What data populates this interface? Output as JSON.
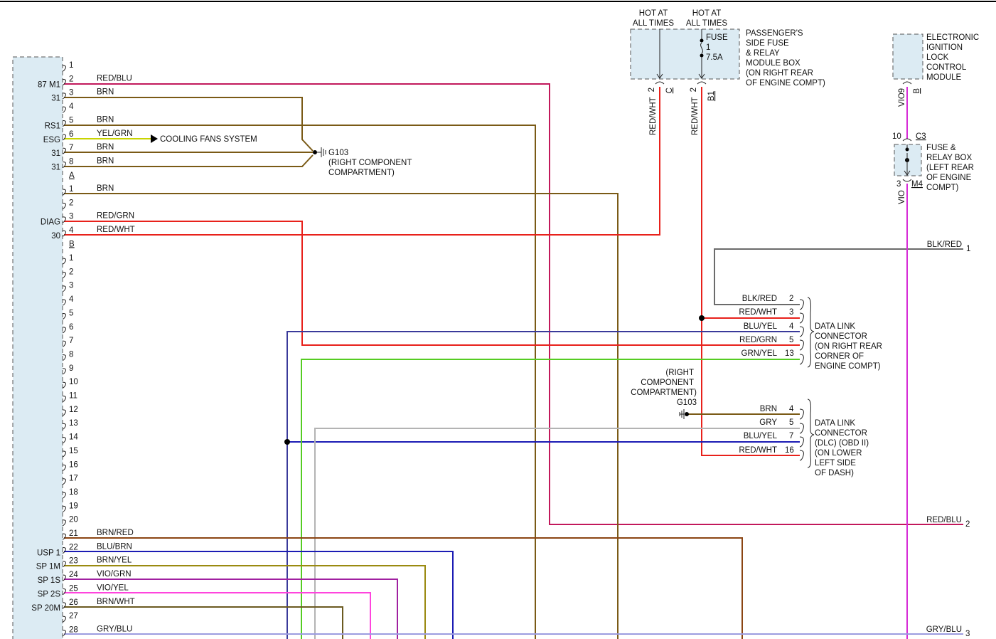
{
  "ecm": {
    "connector_a": {
      "pin_numbers": [
        "1",
        "2",
        "3",
        "4",
        "5",
        "6",
        "7",
        "8"
      ],
      "pin_letter": "A",
      "terminal_names": [
        "87 M1",
        "31",
        "RS1",
        "ESG",
        "31",
        "31"
      ],
      "wire_colors": [
        "RED/BLU",
        "BRN",
        "BRN",
        "YEL/GRN",
        "BRN",
        "BRN"
      ]
    },
    "connector_b": {
      "pin_numbers": [
        "1",
        "2",
        "3",
        "4"
      ],
      "pin_letter": "B",
      "terminal_names": [
        "DIAG",
        "30"
      ],
      "wire_colors": [
        "BRN",
        "RED/GRN",
        "RED/WHT"
      ]
    },
    "connector_c": {
      "pin_numbers": [
        "1",
        "2",
        "3",
        "4",
        "5",
        "6",
        "7",
        "8",
        "9",
        "10",
        "11",
        "12",
        "13",
        "14",
        "15",
        "16",
        "17",
        "18",
        "19",
        "20",
        "21",
        "22",
        "23",
        "24",
        "25",
        "26",
        "27",
        "28"
      ],
      "terminal_names": [
        "USP 1",
        "SP 1M",
        "SP 1S",
        "SP 2S",
        "SP 20M"
      ],
      "wire_colors": [
        "BRN/RED",
        "BLU/BRN",
        "BRN/YEL",
        "VIO/GRN",
        "VIO/YEL",
        "BRN/WHT",
        "GRY/BLU"
      ]
    }
  },
  "cooling_fans_label": "COOLING FANS SYSTEM",
  "ground_top": {
    "name": "G103",
    "location_lines": [
      "(RIGHT COMPONENT",
      "COMPARTMENT)"
    ]
  },
  "ground_mid": {
    "location_lines": [
      "(RIGHT",
      "COMPONENT",
      "COMPARTMENT)"
    ],
    "name": "G103"
  },
  "passenger_fuse_box": {
    "hot_labels": [
      [
        "HOT AT",
        "ALL TIMES"
      ],
      [
        "HOT AT",
        "ALL TIMES"
      ]
    ],
    "fuse_lines": [
      "FUSE",
      "1",
      "7.5A"
    ],
    "title_lines": [
      "PASSENGER'S",
      "SIDE FUSE",
      "& RELAY",
      "MODULE BOX",
      "(ON RIGHT REAR",
      "OF ENGINE COMPT)"
    ],
    "pin_left": "2",
    "connector_left": "C",
    "pin_right": "2",
    "connector_right": "B1",
    "wire_left": "RED/WHT",
    "wire_right": "RED/WHT"
  },
  "ignition_module": {
    "title_lines": [
      "ELECTRONIC",
      "IGNITION",
      "LOCK",
      "CONTROL",
      "MODULE"
    ],
    "pin": "9",
    "connector": "B",
    "wire": "VIO"
  },
  "left_fuse_box": {
    "top_pin": "10",
    "top_connector": "C3",
    "bottom_pin": "3",
    "bottom_connector": "M4",
    "wire": "VIO",
    "title_lines": [
      "FUSE &",
      "RELAY BOX",
      "(LEFT REAR",
      "OF ENGINE",
      "COMPT)"
    ]
  },
  "right_edge": [
    {
      "wire": "BLK/RED",
      "num": "1"
    },
    {
      "wire": "RED/BLU",
      "num": "2"
    },
    {
      "wire": "GRY/BLU",
      "num": "3"
    }
  ],
  "dlc1": {
    "pins": [
      {
        "wire": "BLK/RED",
        "pin": "2"
      },
      {
        "wire": "RED/WHT",
        "pin": "3"
      },
      {
        "wire": "BLU/YEL",
        "pin": "4"
      },
      {
        "wire": "RED/GRN",
        "pin": "5"
      },
      {
        "wire": "GRN/YEL",
        "pin": "13"
      }
    ],
    "title_lines": [
      "DATA LINK",
      "CONNECTOR",
      "(ON RIGHT REAR",
      "CORNER OF",
      "ENGINE COMPT)"
    ]
  },
  "dlc2": {
    "pins": [
      {
        "wire": "BRN",
        "pin": "4"
      },
      {
        "wire": "GRY",
        "pin": "5"
      },
      {
        "wire": "BLU/YEL",
        "pin": "7"
      },
      {
        "wire": "RED/WHT",
        "pin": "16"
      }
    ],
    "title_lines": [
      "DATA LINK",
      "CONNECTOR",
      "(DLC) (OBD II)",
      "(ON LOWER",
      "LEFT SIDE",
      "OF DASH)"
    ]
  },
  "colors": {
    "brown": "#7a5a16",
    "red": "#e8211b",
    "red_blu": "#c2185b",
    "yellow_green": "#c8d400",
    "green_yellow": "#55cc22",
    "blue": "#1c1cb4",
    "blue_yellow": "#3a3a9a",
    "gray": "#b3b3b3",
    "gray_blue": "#9c9ce0",
    "violet": "#d62bd6",
    "violet_green": "#a020a0",
    "violet_yellow": "#ff44dd",
    "brown_yellow": "#9a8a10",
    "brown_red": "#8b4513",
    "brown_white": "#6b5a20",
    "blk_red": "#6b6b6b",
    "box_fill": "#dcebf3"
  }
}
